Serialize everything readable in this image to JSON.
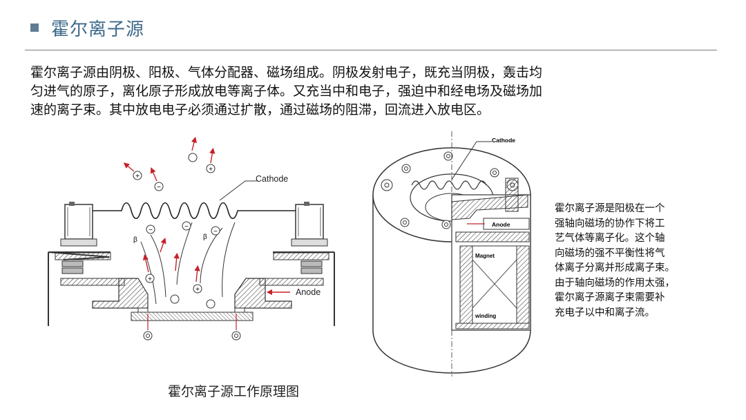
{
  "header": {
    "title": "霍尔离子源"
  },
  "intro_lines": [
    "霍尔离子源由阴极、阳极、气体分配器、磁场组成。阴极发射电子，既充当阴极，轰击均",
    "匀进气的原子，离化原子形成放电等离子体。又充当中和电子，强迫中和经电场及磁场加",
    "速的离子束。其中放电电子必须通过扩散，通过磁场的阻滞，回流进入放电区。"
  ],
  "left_diagram": {
    "cathode_label": "Cathode",
    "anode_label": "Anode",
    "beta_symbol": "β",
    "caption": "霍尔离子源工作原理图"
  },
  "right_diagram": {
    "cathode_label": "Cathode",
    "anode_label": "Anode",
    "magnet_label": "Magnet",
    "winding_label": "winding"
  },
  "side_text_lines": [
    "霍尔离子源是阳极在一个",
    "强轴向磁场的协作下将工",
    "艺气体等离子化。这个轴",
    "向磁场的强不平衡性将气",
    "体离子分离并形成离子束。",
    "由于轴向磁场的作用太强，",
    "霍尔离子源离子束需要补",
    "充电子以中和离子流。"
  ],
  "colors": {
    "title": "#3e6a8a",
    "title_square": "#5f7c92",
    "arrow": "#c8202a",
    "rule": "#7a7a7a"
  },
  "particles": {
    "positive_symbol": "+",
    "negative_symbol": "−",
    "neutral_symbol": "○"
  }
}
